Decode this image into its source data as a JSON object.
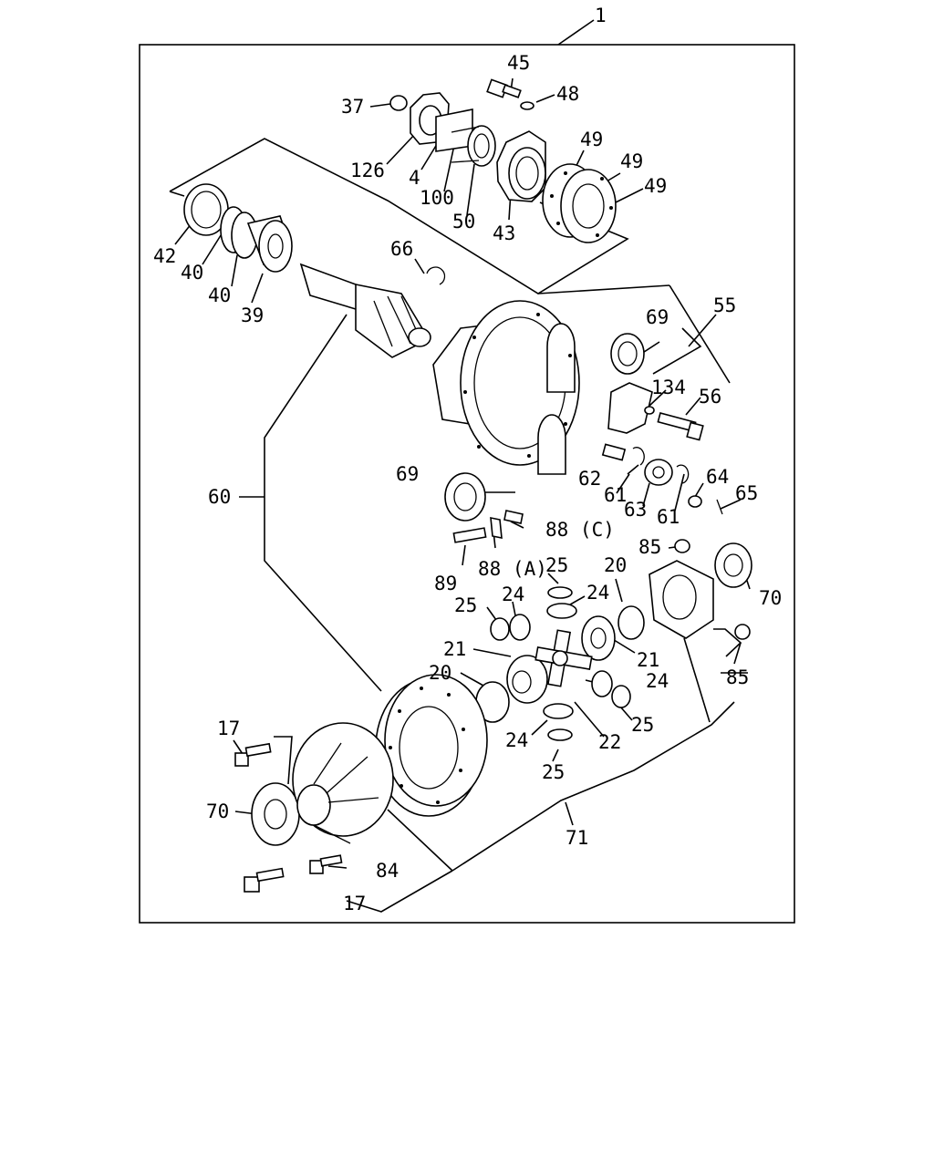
{
  "diagram": {
    "callouts": {
      "c1": "1",
      "c45": "45",
      "c48": "48",
      "c37": "37",
      "c126": "126",
      "c4": "4",
      "c100": "100",
      "c50": "50",
      "c43": "43",
      "c49a": "49",
      "c49b": "49",
      "c49c": "49",
      "c42": "42",
      "c40a": "40",
      "c40b": "40",
      "c39": "39",
      "c66": "66",
      "c55": "55",
      "c69a": "69",
      "c134": "134",
      "c56": "56",
      "c60": "60",
      "c69b": "69",
      "c62": "62",
      "c61a": "61",
      "c63": "63",
      "c61b": "61",
      "c64": "64",
      "c65": "65",
      "c88c": "88 (C)",
      "c89": "89",
      "c88a": "88 (A)",
      "c85a": "85",
      "c70a": "70",
      "c25a": "25",
      "c20a": "20",
      "c24a": "24",
      "c25b": "25",
      "c24b": "24",
      "c21a": "21",
      "c21b": "21",
      "c24c": "24",
      "c85b": "85",
      "c20b": "20",
      "c24d": "24",
      "c25c": "25",
      "c22": "22",
      "c17a": "17",
      "c25d": "25",
      "c70b": "70",
      "c71": "71",
      "c84": "84",
      "c17b": "17"
    }
  }
}
